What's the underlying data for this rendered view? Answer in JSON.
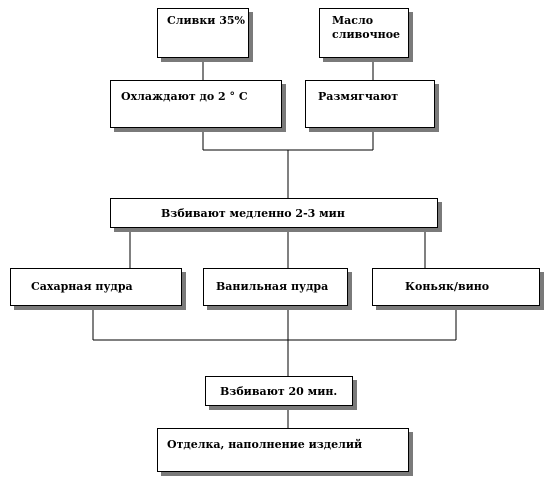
{
  "nodes": {
    "cream": "Сливки 35%",
    "butter": "Масло сливочное",
    "cool": "Охлаждают до 2 ° С",
    "soften": "Размягчают",
    "whip_slow": "Взбивают медленно 2-3 мин",
    "sugar": "Сахарная пудра",
    "vanilla": "Ванильная пудра",
    "cognac": "Коньяк/вино",
    "whip_20": "Взбивают 20 мин.",
    "finish": "Отделка, наполнение изделий"
  },
  "colors": {
    "line": "#000000",
    "shadow": "#7a7a7a"
  }
}
